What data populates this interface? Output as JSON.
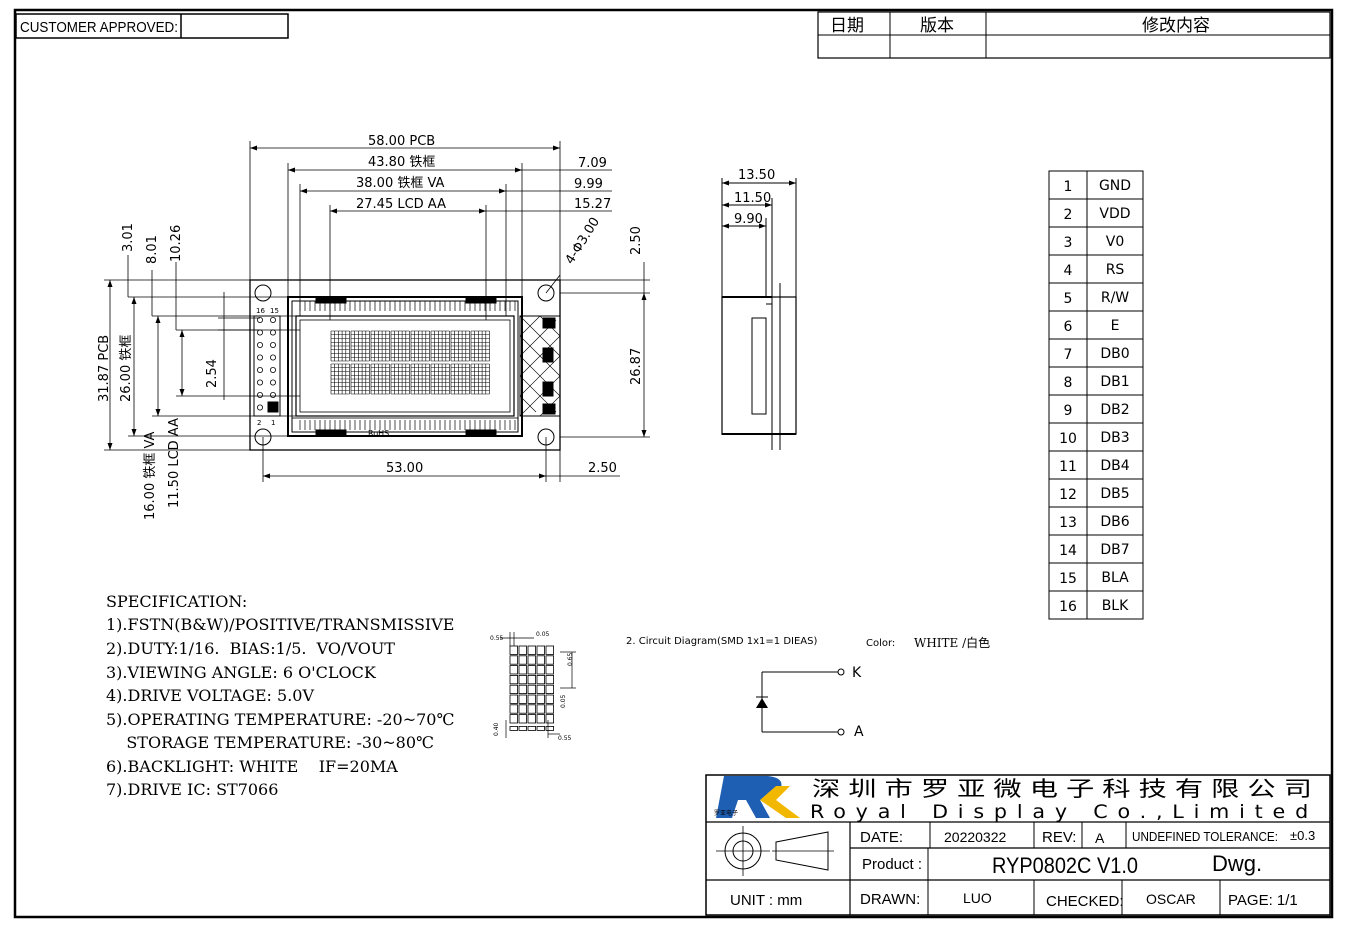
{
  "header": {
    "customer_approved": "CUSTOMER APPROVED:",
    "rev_cols": [
      "日期",
      "版本",
      "修改内容"
    ]
  },
  "dims": {
    "pcb_w": "58.00  PCB",
    "frame_w": "43.80  铁框",
    "va_w": "38.00  铁框  VA",
    "aa_w": "27.45  LCD  AA",
    "r1": "7.09",
    "r2": "9.99",
    "r3": "15.27",
    "v1": "3.01",
    "v2": "8.01",
    "v3": "10.26",
    "hole": "4-Φ3.00",
    "top_off": "2.50",
    "pcb_h": "31.87  PCB",
    "frame_h": "26.00  铁框",
    "va_h": "16.00  铁框  VA",
    "aa_h": "11.50  LCD  AA",
    "pitch": "2.54",
    "right_h": "26.87",
    "hole_span": "53.00",
    "hole_off": "2.50",
    "s1": "13.50",
    "s2": "11.50",
    "s3": "9.90",
    "pin_top": "16",
    "pin_top2": "15",
    "pin_bot": "2",
    "pin_bot1": "1",
    "rohs": "RoHS"
  },
  "pins": [
    {
      "num": "1",
      "name": "GND"
    },
    {
      "num": "2",
      "name": "VDD"
    },
    {
      "num": "3",
      "name": "V0"
    },
    {
      "num": "4",
      "name": "RS"
    },
    {
      "num": "5",
      "name": "R/W"
    },
    {
      "num": "6",
      "name": "E"
    },
    {
      "num": "7",
      "name": "DB0"
    },
    {
      "num": "8",
      "name": "DB1"
    },
    {
      "num": "9",
      "name": "DB2"
    },
    {
      "num": "10",
      "name": "DB3"
    },
    {
      "num": "11",
      "name": "DB4"
    },
    {
      "num": "12",
      "name": "DB5"
    },
    {
      "num": "13",
      "name": "DB6"
    },
    {
      "num": "14",
      "name": "DB7"
    },
    {
      "num": "15",
      "name": "BLA"
    },
    {
      "num": "16",
      "name": "BLK"
    }
  ],
  "spec": {
    "title": "SPECIFICATION:",
    "lines": [
      "1).FSTN(B&W)/POSITIVE/TRANSMISSIVE",
      "2).DUTY:1/16.  BIAS:1/5.  VO/VOUT",
      "3).VIEWING ANGLE: 6 O'CLOCK",
      "4).DRIVE VOLTAGE: 5.0V",
      "5).OPERATING TEMPERATURE: -20~70℃",
      "    STORAGE TEMPERATURE: -30~80℃",
      "6).BACKLIGHT: WHITE    IF=20MA",
      "7).DRIVE IC: ST7066"
    ]
  },
  "dot_dims": {
    "d1": "0.55",
    "d2": "0.05",
    "d3": "0.65",
    "d4": "0.05",
    "d5": "0.40",
    "d6": "0.55"
  },
  "circuit": {
    "title": "2. Circuit  Diagram(SMD  1x1=1  DIEAS)",
    "color_label": "Color:",
    "color_value": "WHITE /白色",
    "k": "K",
    "a": "A"
  },
  "title_block": {
    "company_cn": "深圳市罗亚微电子科技有限公司",
    "company_en": "Royal  Display  Co.,Limited",
    "logo_letters": "RY",
    "logo_small": "罗亚电子",
    "date_label": "DATE:",
    "date_value": "20220322",
    "rev_label": "REV:",
    "rev_value": "A",
    "tolerance_label": "UNDEFINED TOLERANCE:",
    "tolerance_value": "±0.3",
    "product_label": "Product :",
    "product_value": "RYP0802C V1.0",
    "dwg": "Dwg.",
    "unit": "UNIT : mm",
    "drawn_label": "DRAWN:",
    "drawn_value": "LUO",
    "checked_label": "CHECKED:",
    "checked_value": "OSCAR",
    "page_label": "PAGE: 1/1"
  },
  "colors": {
    "logo_blue": "#1e5fb4",
    "logo_yellow": "#f2b800"
  }
}
